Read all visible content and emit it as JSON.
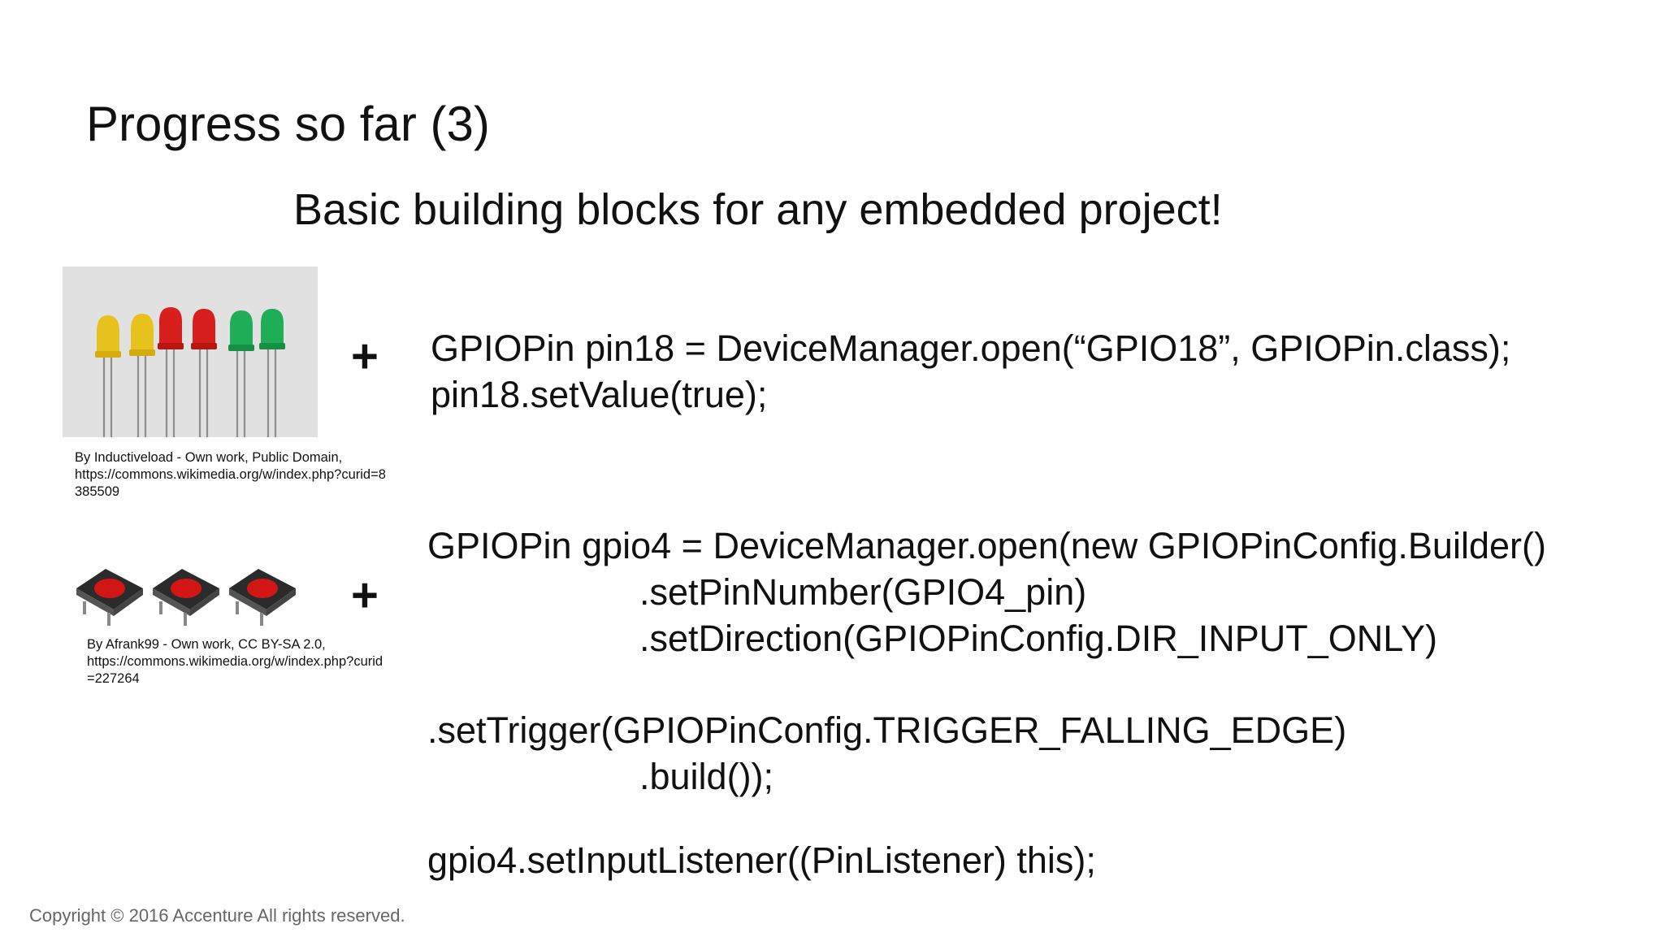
{
  "slide": {
    "title": "Progress so far (3)",
    "subtitle": "Basic building blocks for any embedded project!"
  },
  "images": {
    "leds": {
      "icon": "led-photo-icon",
      "colors": [
        "#e9c21a",
        "#e9c21a",
        "#d8201e",
        "#d8201e",
        "#1fae56",
        "#1fae56"
      ]
    },
    "buttons": {
      "icon": "pushbutton-photo-icon",
      "colors": [
        "#d11616",
        "#333333"
      ]
    }
  },
  "captions": {
    "leds": {
      "line1": "By Inductiveload - Own work, Public Domain,",
      "line2": "https://commons.wikimedia.org/w/index.php?curid=8",
      "line3": "385509"
    },
    "buttons": {
      "line1": "By Afrank99 - Own work, CC BY-SA 2.0,",
      "line2": "https://commons.wikimedia.org/w/index.php?curid",
      "line3": "=227264"
    }
  },
  "symbols": {
    "plus": "+"
  },
  "code": {
    "led": [
      "GPIOPin pin18 = DeviceManager.open(“GPIO18”, GPIOPin.class);",
      "pin18.setValue(true);"
    ],
    "button": [
      "GPIOPin gpio4 = DeviceManager.open(new GPIOPinConfig.Builder()",
      ".setPinNumber(GPIO4_pin)",
      ".setDirection(GPIOPinConfig.DIR_INPUT_ONLY)",
      ".setTrigger(GPIOPinConfig.TRIGGER_FALLING_EDGE)",
      ".build());",
      "gpio4.setInputListener((PinListener) this);"
    ]
  },
  "footer": {
    "copyright": "Copyright © 2016 Accenture  All rights reserved."
  }
}
